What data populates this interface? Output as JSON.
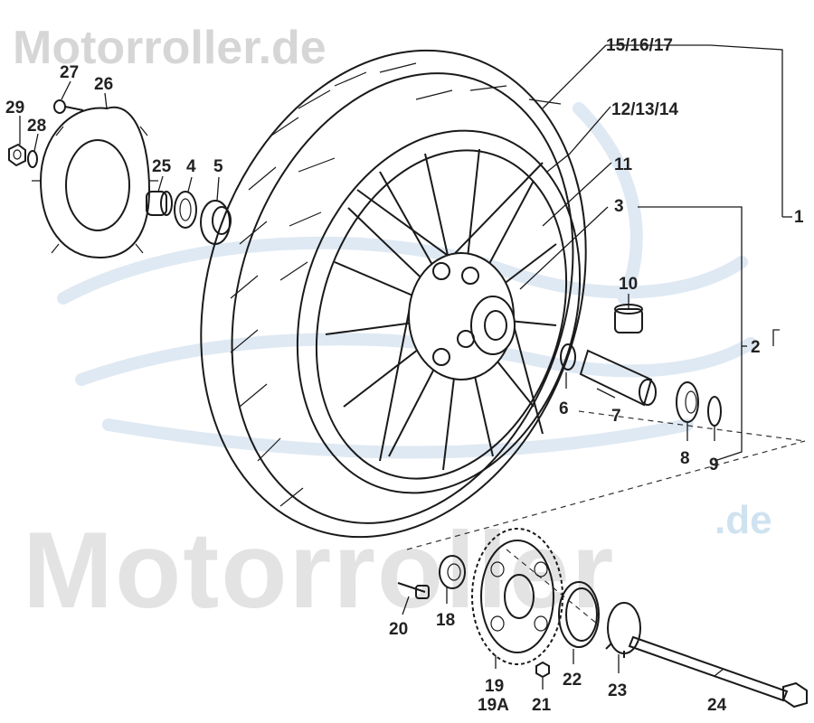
{
  "watermark": {
    "top_text": "Motorroller.de",
    "bottom_text": "Motorroller",
    "bottom_suffix": ".de"
  },
  "labels": [
    {
      "id": "p29",
      "text": "29"
    },
    {
      "id": "p28",
      "text": "28"
    },
    {
      "id": "p27",
      "text": "27"
    },
    {
      "id": "p26",
      "text": "26"
    },
    {
      "id": "p25",
      "text": "25"
    },
    {
      "id": "p4",
      "text": "4"
    },
    {
      "id": "p5",
      "text": "5"
    },
    {
      "id": "p15",
      "text": "15/16/17"
    },
    {
      "id": "p12",
      "text": "12/13/14"
    },
    {
      "id": "p11",
      "text": "11"
    },
    {
      "id": "p3",
      "text": "3"
    },
    {
      "id": "p1",
      "text": "1"
    },
    {
      "id": "p2",
      "text": "2"
    },
    {
      "id": "p10",
      "text": "10"
    },
    {
      "id": "p6",
      "text": "6"
    },
    {
      "id": "p7",
      "text": "7"
    },
    {
      "id": "p8",
      "text": "8"
    },
    {
      "id": "p9",
      "text": "9"
    },
    {
      "id": "p20",
      "text": "20"
    },
    {
      "id": "p18",
      "text": "18"
    },
    {
      "id": "p19",
      "text": "19"
    },
    {
      "id": "p19a",
      "text": "19A"
    },
    {
      "id": "p21",
      "text": "21"
    },
    {
      "id": "p22",
      "text": "22"
    },
    {
      "id": "p23",
      "text": "23"
    },
    {
      "id": "p24",
      "text": "24"
    }
  ]
}
